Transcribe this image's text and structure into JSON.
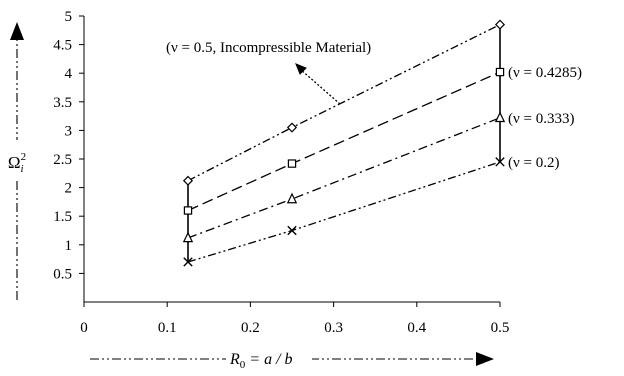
{
  "chart_data": {
    "type": "line",
    "title": "",
    "xlabel": "R_0 = a/b",
    "ylabel": "Ω_i^2",
    "xlim": [
      0,
      0.5
    ],
    "ylim": [
      0,
      5
    ],
    "x_ticks": [
      "0",
      "0.1",
      "0.2",
      "0.3",
      "0.4",
      "0.5"
    ],
    "y_ticks": [
      "0.5",
      "1",
      "1.5",
      "2",
      "2.5",
      "3",
      "3.5",
      "4",
      "4.5",
      "5"
    ],
    "grid": false,
    "legend": "none",
    "series": [
      {
        "name": "(ν = 0.2)",
        "marker": "x",
        "dash": "dash-dot-dot",
        "x": [
          0.125,
          0.25,
          0.5
        ],
        "y": [
          0.7,
          1.25,
          2.45
        ]
      },
      {
        "name": "(ν = 0.333)",
        "marker": "triangle",
        "dash": "dash-dot",
        "x": [
          0.125,
          0.25,
          0.5
        ],
        "y": [
          1.12,
          1.8,
          3.22
        ]
      },
      {
        "name": "(ν = 0.4285)",
        "marker": "square",
        "dash": "dash",
        "x": [
          0.125,
          0.25,
          0.5
        ],
        "y": [
          1.6,
          2.42,
          4.02
        ]
      },
      {
        "name": "(ν = 0.5, Incompressible Material)",
        "marker": "diamond",
        "dash": "dash-dot-dot",
        "x": [
          0.125,
          0.25,
          0.5
        ],
        "y": [
          2.12,
          3.05,
          4.85
        ]
      }
    ],
    "vertical_connectors_x": [
      0.125,
      0.5
    ]
  }
}
